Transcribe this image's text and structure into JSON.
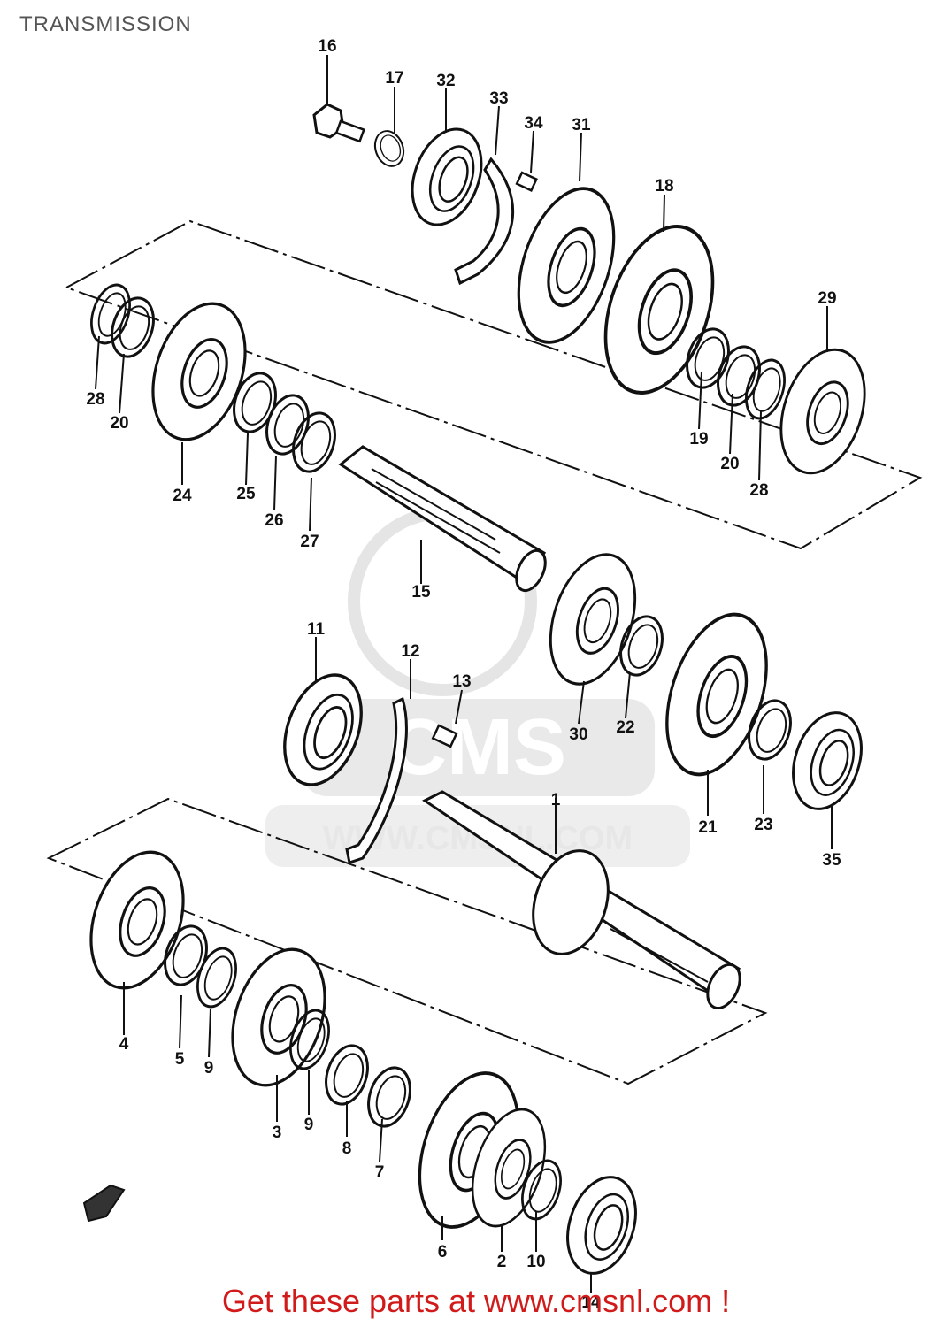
{
  "title": "TRANSMISSION",
  "watermark": {
    "brand": "CMS",
    "url": "WWW.CMSNL.COM"
  },
  "footer": "Get these parts at www.cmsnl.com !",
  "parts": {
    "p1": "1",
    "p2": "2",
    "p3": "3",
    "p4": "4",
    "p5": "5",
    "p6": "6",
    "p7": "7",
    "p8": "8",
    "p9a": "9",
    "p9b": "9",
    "p10": "10",
    "p11": "11",
    "p12": "12",
    "p13": "13",
    "p14": "14",
    "p15": "15",
    "p16": "16",
    "p17": "17",
    "p18": "18",
    "p19": "19",
    "p20a": "20",
    "p20b": "20",
    "p21": "21",
    "p22": "22",
    "p23": "23",
    "p24": "24",
    "p25": "25",
    "p26": "26",
    "p27": "27",
    "p28a": "28",
    "p28b": "28",
    "p29": "29",
    "p30": "30",
    "p31": "31",
    "p32": "32",
    "p33": "33",
    "p34": "34",
    "p35": "35"
  }
}
